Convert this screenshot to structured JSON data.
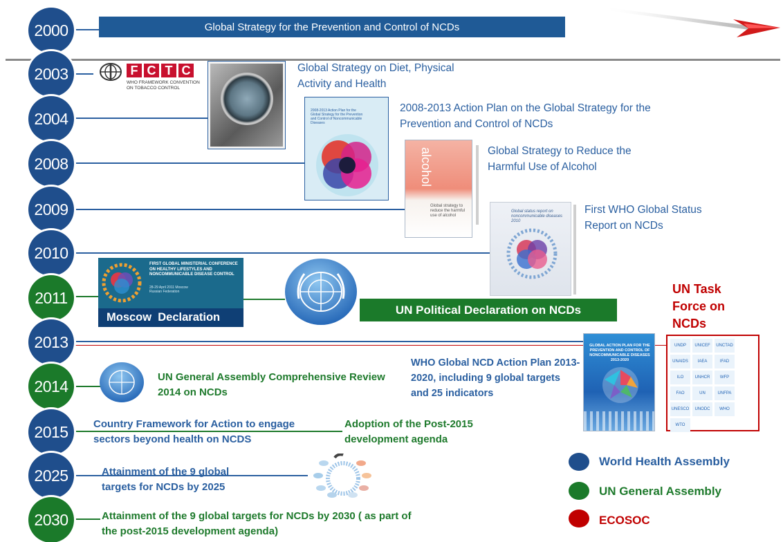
{
  "colors": {
    "wha_blue": "#1f4e8c",
    "unga_green": "#1b7a2a",
    "ecosoc_red": "#c00000",
    "text_blue": "#2a5fa0",
    "text_green": "#1e7a2c"
  },
  "years": [
    "2000",
    "2003",
    "2004",
    "2008",
    "2009",
    "2010",
    "2011",
    "2013",
    "2014",
    "2015",
    "2025",
    "2030"
  ],
  "banner_2000": "Global Strategy for the Prevention and Control of NCDs",
  "fctc": {
    "letters": [
      "F",
      "C",
      "T",
      "C"
    ],
    "subtitle": "WHO FRAMEWORK CONVENTION ON TOBACCO CONTROL"
  },
  "milestones": {
    "diet": "Global Strategy on Diet, Physical Activity and Health",
    "action_plan_2008": "2008-2013 Action Plan on the Global Strategy for the Prevention and Control of NCDs",
    "alcohol": "Global Strategy to Reduce the Harmful Use of Alcohol",
    "status_report": "First WHO Global Status Report on NCDs",
    "moscow": "Moscow  Declaration",
    "un_political": "UN Political Declaration on NCDs",
    "task_force": "UN Task Force on NCDs",
    "gap": "WHO Global NCD Action Plan 2013-2020, including 9 global targets and 25 indicators",
    "review_2014": "UN General Assembly Comprehensive Review 2014 on NCDs",
    "country_framework": "Country Framework for Action to engage sectors beyond health on NCDS",
    "post2015": "Adoption of the Post-2015 development agenda",
    "targets_2025": "Attainment of the 9 global targets for NCDs by 2025",
    "targets_2030": "Attainment of the 9 global targets for NCDs by 2030 ( as part of the post-2015 development agenda)"
  },
  "covers": {
    "action_plan_cover": "2008-2013 Action Plan for the Global Strategy for the Prevention and Control of Noncommunicable Diseases",
    "alcohol_cover_title": "alcohol",
    "alcohol_cover_sub": "Global strategy to reduce the harmful use of alcohol",
    "status_cover": "Global status report on noncommunicable diseases 2010",
    "moscow_header": "FIRST GLOBAL MINISTERIAL CONFERENCE ON HEALTHY LIFESTYLES AND NONCOMMUNICABLE DISEASE CONTROL",
    "moscow_date": "28-29 April 2011 Moscow Russian Federation",
    "gap_cover": "GLOBAL ACTION PLAN FOR THE PREVENTION AND CONTROL OF NONCOMMUNICABLE DISEASES 2013-2020"
  },
  "agency_logos": [
    "UNDP",
    "UNICEF",
    "UNCTAD",
    "UNAIDS",
    "IAEA",
    "IFAD",
    "ILO",
    "UNHCR",
    "WFP",
    "FAO",
    "UN Women",
    "UNFPA",
    "UNESCO",
    "UNODC",
    "WHO",
    "WTO"
  ],
  "legend": [
    {
      "label": "World Health Assembly",
      "color": "#1f4e8c"
    },
    {
      "label": "UN General Assembly",
      "color": "#1b7a2a"
    },
    {
      "label": "ECOSOC",
      "color": "#c00000"
    }
  ]
}
